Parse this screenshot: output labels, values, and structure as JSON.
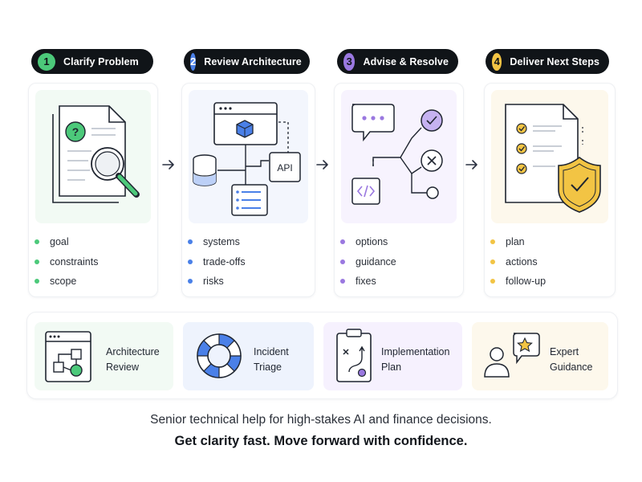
{
  "steps": [
    {
      "number": "1",
      "label": "Clarify Problem",
      "color": "#4cc97a",
      "bullets": [
        "goal",
        "constraints",
        "scope"
      ]
    },
    {
      "number": "2",
      "label": "Review Architecture",
      "color": "#4a80e8",
      "bullets": [
        "systems",
        "trade-offs",
        "risks"
      ]
    },
    {
      "number": "3",
      "label": "Advise & Resolve",
      "color": "#9a78e0",
      "bullets": [
        "options",
        "guidance",
        "fixes"
      ]
    },
    {
      "number": "4",
      "label": "Deliver Next Steps",
      "color": "#f2c444",
      "bullets": [
        "plan",
        "actions",
        "follow-up"
      ]
    }
  ],
  "step2_diagram": {
    "api_label": "API"
  },
  "services": [
    {
      "label": "Architecture\nReview",
      "icon": "architecture-review-icon"
    },
    {
      "label": "Incident\nTriage",
      "icon": "life-ring-icon"
    },
    {
      "label": "Implementation\nPlan",
      "icon": "clipboard-plan-icon"
    },
    {
      "label": "Expert\nGuidance",
      "icon": "expert-star-icon"
    }
  ],
  "tagline": "Senior technical help for high-stakes AI and finance decisions.",
  "tagline_bold": "Get clarity fast. Move forward with confidence.",
  "colors": {
    "dark": "#101418",
    "green": "#4cc97a",
    "blue": "#4a80e8",
    "purple": "#9a78e0",
    "yellow": "#f2c444"
  }
}
